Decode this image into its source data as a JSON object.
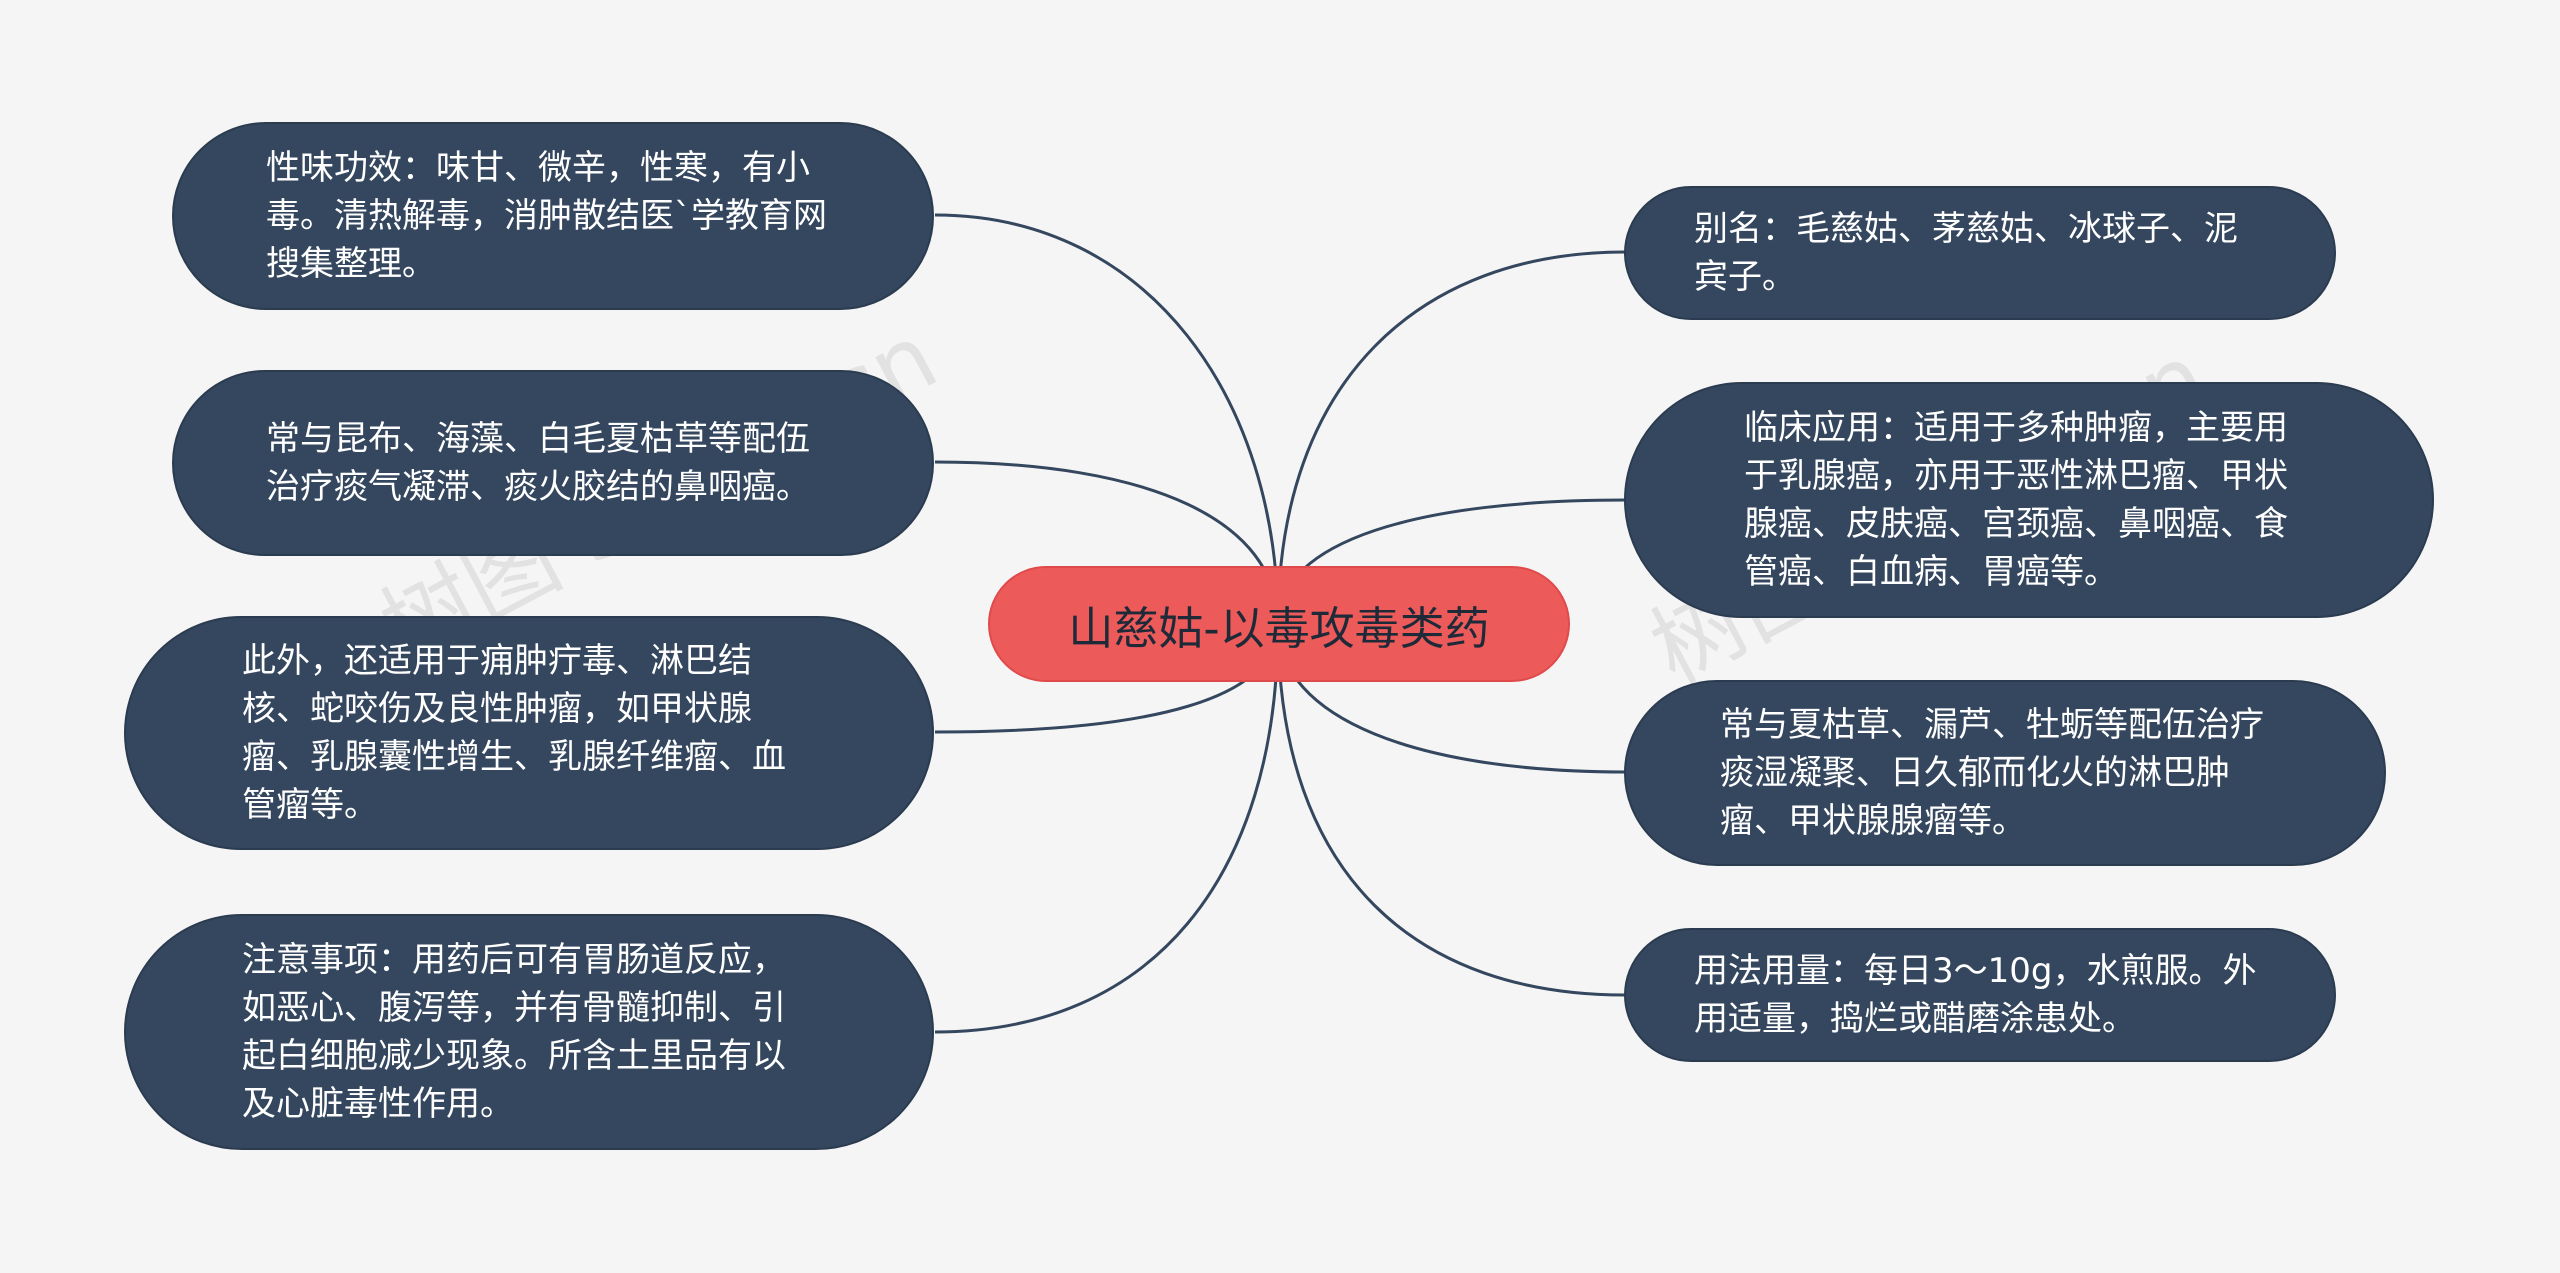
{
  "center": {
    "label": "山慈姑-以毒攻毒类药"
  },
  "left_nodes": [
    {
      "text": "性味功效：味甘、微辛，性寒，有小毒。清热解毒，消肿散结医`学教育网搜集整理。"
    },
    {
      "text": "常与昆布、海藻、白毛夏枯草等配伍治疗痰气凝滞、痰火胶结的鼻咽癌。"
    },
    {
      "text": "此外，还适用于痈肿疔毒、淋巴结核、蛇咬伤及良性肿瘤，如甲状腺瘤、乳腺囊性增生、乳腺纤维瘤、血管瘤等。"
    },
    {
      "text": "注意事项：用药后可有胃肠道反应，如恶心、腹泻等，并有骨髓抑制、引起白细胞减少现象。所含土里品有以及心脏毒性作用。"
    }
  ],
  "right_nodes": [
    {
      "text": "别名：毛慈姑、茅慈姑、冰球子、泥宾子。"
    },
    {
      "text": "临床应用：适用于多种肿瘤，主要用于乳腺癌，亦用于恶性淋巴瘤、甲状腺癌、皮肤癌、宫颈癌、鼻咽癌、食管癌、白血病、胃癌等。"
    },
    {
      "text": "常与夏枯草、漏芦、牡蛎等配伍治疗痰湿凝聚、日久郁而化火的淋巴肿瘤、甲状腺腺瘤等。"
    },
    {
      "text": "用法用量：每日3～10g，水煎服。外用适量，捣烂或醋磨涂患处。"
    }
  ],
  "watermarks": [
    "树图 shutu.cn",
    "树图 shutu.cn"
  ],
  "colors": {
    "node_bg": "#34475e",
    "center_bg": "#ec5a5a",
    "link": "#34475e",
    "background": "#f5f5f6"
  }
}
